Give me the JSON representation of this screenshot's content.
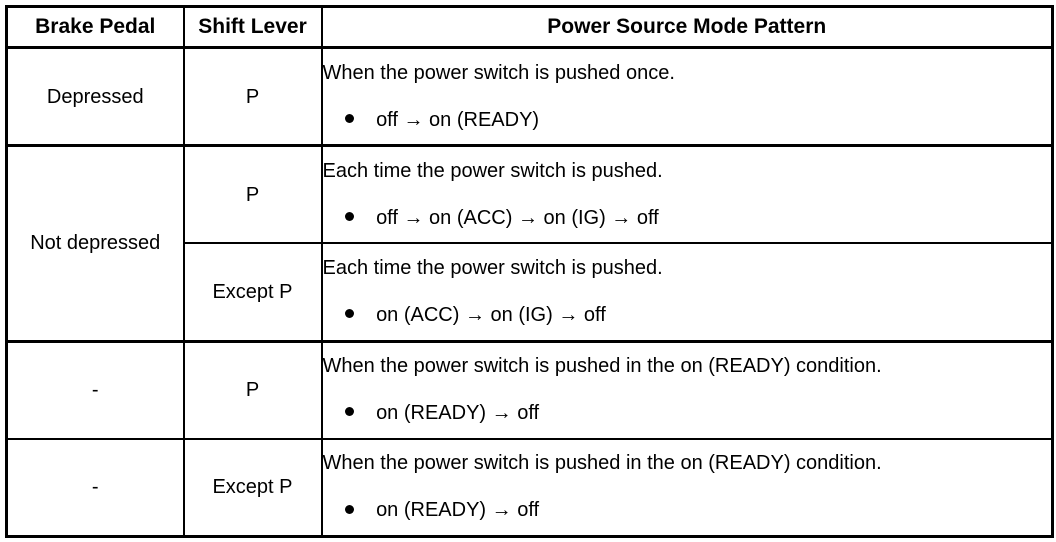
{
  "table": {
    "columns": [
      {
        "key": "brake_pedal",
        "label": "Brake Pedal"
      },
      {
        "key": "shift_lever",
        "label": "Shift Lever"
      },
      {
        "key": "power_source_mode_pattern",
        "label": "Power Source Mode Pattern"
      }
    ],
    "rows": [
      {
        "brake_pedal": "Depressed",
        "brake_pedal_rowspan": 1,
        "shift_lever": "P",
        "mode_title": "When the power switch is pushed once.",
        "mode_bullet": "off → on (READY)",
        "bullet_glyph": "filled-circle-bullet"
      },
      {
        "brake_pedal": "Not depressed",
        "brake_pedal_rowspan": 2,
        "shift_lever": "P",
        "mode_title": "Each time the power switch is pushed.",
        "mode_bullet": "off → on (ACC) → on (IG) → off",
        "bullet_glyph": "filled-circle-bullet"
      },
      {
        "brake_pedal": null,
        "brake_pedal_rowspan": 0,
        "shift_lever": "Except P",
        "mode_title": "Each time the power switch is pushed.",
        "mode_bullet": "on (ACC) → on (IG) → off",
        "bullet_glyph": "filled-circle-bullet"
      },
      {
        "brake_pedal": "-",
        "brake_pedal_rowspan": 1,
        "shift_lever": "P",
        "mode_title": "When the power switch is pushed in the on (READY) condition.",
        "mode_bullet": "on (READY) → off",
        "bullet_glyph": "filled-circle-bullet"
      },
      {
        "brake_pedal": "-",
        "brake_pedal_rowspan": 1,
        "shift_lever": "Except P",
        "mode_title": "When the power switch is pushed in the on (READY) condition.",
        "mode_bullet": "on (READY) → off",
        "bullet_glyph": "filled-circle-bullet"
      }
    ]
  },
  "colors": {
    "border": "#000000",
    "text": "#000000",
    "background": "#ffffff"
  }
}
